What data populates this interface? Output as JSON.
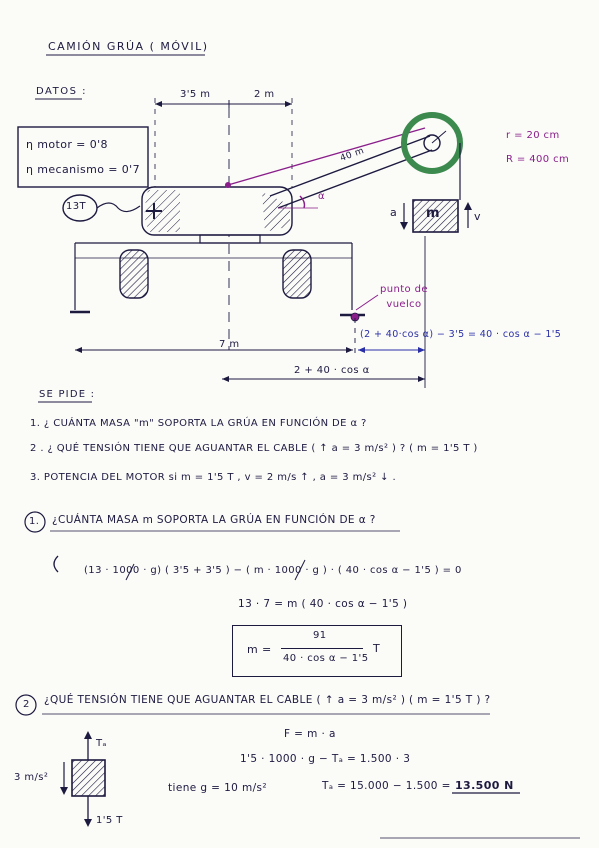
{
  "title": "CAMIÓN GRÚA  ( MÓVIL)",
  "datos_header": "DATOS :",
  "eta_motor": "η motor = 0'8",
  "eta_mecanismo": "η mecanismo = 0'7",
  "weight_label": "13T",
  "dim_35": "3'5 m",
  "dim_2": "2 m",
  "boom_len": "40 m",
  "angle": "α",
  "r_label": "r = 20 cm",
  "R_label": "R = 400 cm",
  "accel_symbol": "a",
  "mass_symbol": "m",
  "vel_symbol": "v",
  "pivot_label": "punto de\nvuelco",
  "dim_7": "7 m",
  "dim_expr": "2 + 40 · cos α",
  "dim_blue": "(2 + 40·cos α) − 3'5 = 40 · cos α − 1'5",
  "se_pide": "SE PIDE :",
  "q1": "1.  ¿ CUÁNTA MASA \"m\" SOPORTA LA GRÚA EN FUNCIÓN DE α ?",
  "q2": "2 . ¿ QUÉ TENSIÓN TIENE QUE AGUANTAR EL CABLE  ( ↑ a = 3 m/s² ) ?  ( m = 1'5 T )",
  "q3": "3.  POTENCIA DEL MOTOR   si  m = 1'5 T ,  v = 2 m/s ↑ ,  a = 3 m/s² ↓ .",
  "sec1_num": "1.",
  "sec1_title": "¿CUÁNTA MASA m SOPORTA LA GRÚA EN FUNCIÓN DE α ?",
  "eq1": "(13 · 1000 · g) ( 3'5 + 3'5 ) − ( m · 1000 · g ) · ( 40 · cos α − 1'5 ) = 0",
  "eq2": "13 · 7  =  m  ( 40 · cos α − 1'5 )",
  "m_eq": "m =",
  "frac_num": "91",
  "frac_den": "40 · cos α − 1'5",
  "unit_T": "T",
  "sec2_num": "2",
  "sec2_title": "¿QUÉ TENSIÓN TIENE QUE AGUANTAR EL CABLE ( ↑ a = 3 m/s² ) ( m = 1'5 T ) ?",
  "fbd_T": "Tₐ",
  "fbd_a": "3 m/s²",
  "fbd_w": "1'5 T",
  "eq_F": "F = m · a",
  "eq_t1": "1'5 · 1000 · g  −  Tₐ  =  1.500 · 3",
  "eq_g": "tiene  g = 10 m/s²",
  "eq_t2": "Tₐ  =  15.000 − 1.500  =",
  "result": "13.500 N",
  "colors": {
    "ink": "#1d1a40",
    "blue": "#2a2fa6",
    "purple": "#8a1e8a",
    "green": "#3c8a4e"
  }
}
